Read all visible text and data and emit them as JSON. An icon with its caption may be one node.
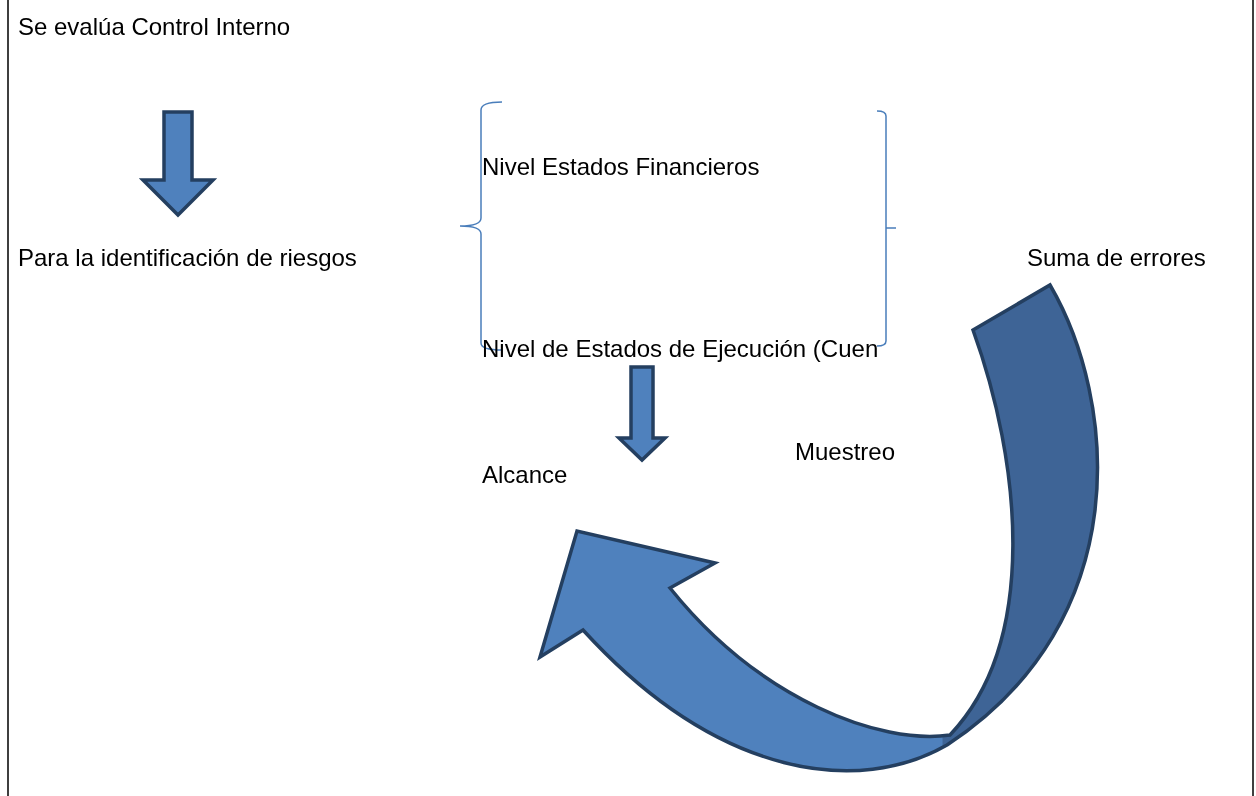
{
  "diagram": {
    "nodes": [
      {
        "text": [
          "Se evalúa Control Interno"
        ]
      },
      {
        "text": [
          "Para la identificación de riesgos"
        ]
      },
      {
        "text": [
          "Nivel Estados Financieros"
        ]
      },
      {
        "text": [
          "Nivel de Estados de Ejecución (Cuen"
        ]
      },
      {
        "text": [
          "Alcance"
        ]
      },
      {
        "text": [
          "Suma de errores"
        ]
      }
    ],
    "edges": [
      {
        "from": 0,
        "to": 1,
        "arrow": "to"
      },
      {
        "from": 3,
        "to": 4,
        "arrow": "to"
      },
      {
        "from": 5,
        "to": 4,
        "arrow": "to",
        "label": "Muestreo"
      }
    ]
  }
}
